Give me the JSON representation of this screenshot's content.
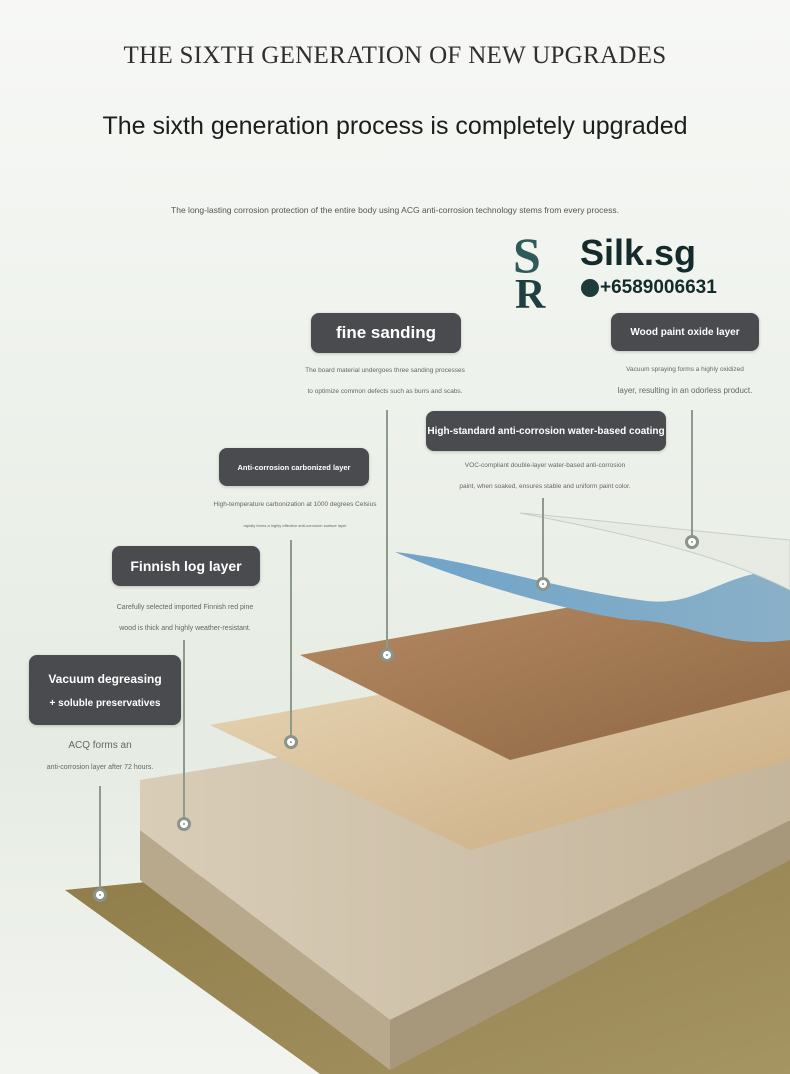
{
  "header": {
    "title": "THE SIXTH GENERATION OF NEW UPGRADES",
    "subtitle": "The sixth generation process is completely upgraded",
    "intro": "The long-lasting corrosion protection of the entire body using ACG anti-corrosion technology stems from every process."
  },
  "logo": {
    "brand": "Silk.sg",
    "phone": "+6589006631",
    "monogram": "SR"
  },
  "layers": [
    {
      "label": "fine sanding",
      "desc": [
        "The board material undergoes three sanding processes",
        "to optimize common defects such as burrs and scabs."
      ]
    },
    {
      "label": "Wood paint oxide layer",
      "desc": [
        "Vacuum spraying forms a highly oxidized",
        "layer, resulting in an odorless product."
      ]
    },
    {
      "label": "High-standard anti-corrosion water-based coating",
      "desc": [
        "VOC-compliant double-layer water-based anti-corrosion",
        "paint, when soaked, ensures stable and uniform paint color."
      ]
    },
    {
      "label": "Anti-corrosion carbonized layer",
      "desc": [
        "High-temperature carbonization at 1000 degrees Celsius",
        "rapidly forms a highly effective anti-corrosion surface layer"
      ]
    },
    {
      "label": "Finnish log layer",
      "desc": [
        "Carefully selected imported Finnish red pine",
        "wood is thick and highly weather-resistant."
      ]
    },
    {
      "label": "Vacuum degreasing",
      "label2": "+ soluble preservatives",
      "desc": [
        "ACQ forms an",
        "anti-corrosion layer after 72 hours."
      ]
    }
  ]
}
